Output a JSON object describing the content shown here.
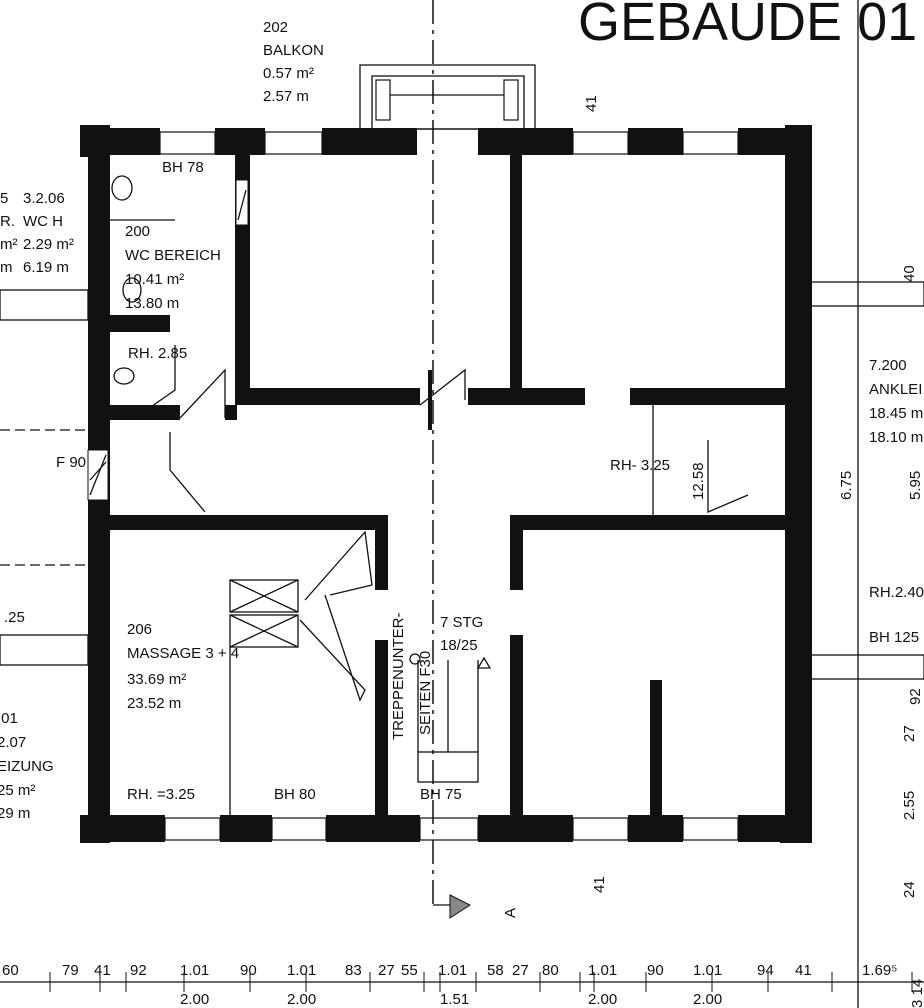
{
  "title": "GEBAUDE 01",
  "balcony": {
    "number": "202",
    "name": "BALKON",
    "area": "0.57 m²",
    "perimeter": "2.57 m"
  },
  "rooms": {
    "wc_h": {
      "prefix": [
        "5",
        "R.",
        "m²",
        "m"
      ],
      "number": "3.2.06",
      "name": "WC H",
      "area": "2.29 m²",
      "perimeter": "6.19 m"
    },
    "wc_bereich": {
      "number": "200",
      "name": "WC BEREICH",
      "area": "10.41 m²",
      "perimeter": "13.80 m",
      "height": "RH. 2.85"
    },
    "massage": {
      "number": "206",
      "name": "MASSAGE 3 + 4",
      "area": "33.69 m²",
      "perimeter": "23.52 m",
      "height": "RH. =3.25"
    },
    "heizung": {
      "ref": ".01",
      "number": "2.07",
      "name": "EIZUNG",
      "area": "25 m²",
      "perimeter": "29 m"
    },
    "ankleide": {
      "number": "7.200",
      "name": "ANKLEI",
      "area": "18.45 m",
      "perimeter": "18.10 m",
      "height": "RH.2.40"
    }
  },
  "labels": {
    "bh78": "BH 78",
    "bh80": "BH 80",
    "bh75": "BH 75",
    "bh125": "BH 125",
    "f90": "F 90",
    "left_25": ".25",
    "stairs": "7 STG",
    "stairs_ratio": "18/25",
    "stair_note1": "TREPPENUNTER-",
    "stair_note2": "SEITEN F30",
    "rh_corridor": "RH- 3.25",
    "corridor_dim": "12.58",
    "section": "A"
  },
  "dimensions": {
    "top": [
      "41"
    ],
    "right": [
      "40",
      "6.75",
      "5.95",
      "92",
      "27",
      "2.55",
      "24"
    ],
    "bottom_41": "41",
    "row_top": [
      "60",
      "79",
      "41",
      "92",
      "1.01",
      "90",
      "1.01",
      "83",
      "27",
      "55",
      "1.01",
      "58",
      "27",
      "80",
      "1.01",
      "90",
      "1.01",
      "94",
      "41",
      "1.69⁵"
    ],
    "row_bottom": [
      "2.00",
      "2.00",
      "1.51",
      "2.00",
      "2.00"
    ],
    "right_edge": "3 14"
  }
}
